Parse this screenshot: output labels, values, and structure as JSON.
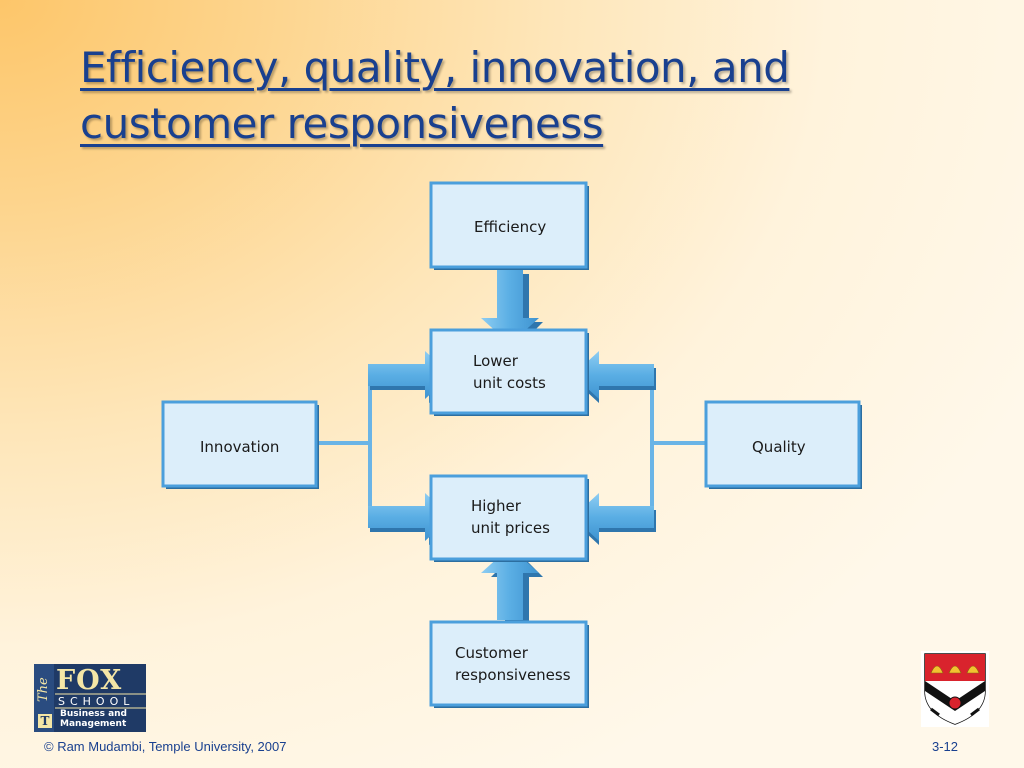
{
  "title": {
    "line1": "Efficiency, quality, innovation, and",
    "line2": "customer responsiveness"
  },
  "diagram": {
    "nodes": {
      "efficiency": [
        "Efficiency"
      ],
      "lower_unit_costs": [
        "Lower",
        "unit costs"
      ],
      "innovation": [
        "Innovation"
      ],
      "quality": [
        "Quality"
      ],
      "higher_unit_prices": [
        "Higher",
        "unit prices"
      ],
      "customer_responsiveness": [
        "Customer",
        "responsiveness"
      ]
    },
    "colors": {
      "box_fill": "#dceefa",
      "box_border": "#4b9fdc",
      "box_shadow": "#2c6ea0",
      "arrow": "#5aaee4",
      "arrow_shadow": "#2f76ad"
    }
  },
  "logos": {
    "fox_school": {
      "script": "The",
      "name": "FOX",
      "school": "SCHOOL",
      "tagline": "Business and\nManagement",
      "mark": "T"
    },
    "crest": {
      "icon": "university-crest-icon"
    }
  },
  "footer": {
    "copyright": "© Ram Mudambi, Temple University, 2007",
    "page": "3-12"
  }
}
